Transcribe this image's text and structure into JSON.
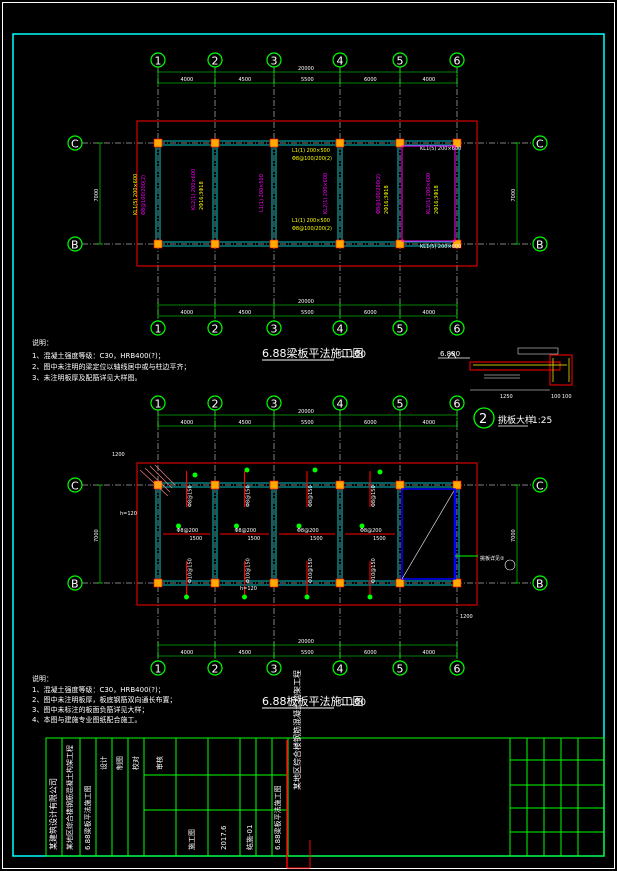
{
  "plan1": {
    "title": "6.88梁板平法施工图",
    "scale": "1:100",
    "notes_heading": "说明：",
    "notes": [
      "1、混凝土强度等级：C30，HRB400(?)；",
      "2、图中未注明的梁定位以轴线居中或与柱边平齐；",
      "3、未注明板厚及配筋详见大样图。"
    ]
  },
  "plan2": {
    "title": "6.88板板平法施工图",
    "scale": "1:100",
    "notes_heading": "说明：",
    "notes": [
      "1、混凝土强度等级：C30，HRB400(?)；",
      "2、图中未注明板厚，板底钢筋双向通长布置；",
      "3、图中未标注的板面负筋详见大样；",
      "4、本图与建施专业图纸配合施工。"
    ]
  },
  "axes": {
    "columns": [
      "1",
      "2",
      "3",
      "4",
      "5",
      "6"
    ],
    "rows": [
      "C",
      "B"
    ],
    "spans": [
      "4000",
      "4500",
      "5500",
      "6000",
      "4000"
    ],
    "total": "20000",
    "depth": "7000"
  },
  "detail": {
    "number": "2",
    "title": "挑板大样",
    "scale": "1:25",
    "elevation": "6.880",
    "dims": [
      "1250",
      "100",
      "100"
    ]
  },
  "dims_plan2": {
    "overhang": "1200",
    "bottom_right": "1200"
  },
  "plan1_labels": {
    "beam_kl1": "KL1(5) 200×600",
    "beam_kl2": "KL2(1) 200×600",
    "beam_l1": "L1(1) 200×500",
    "stirrup": "Φ8@100/200(2)",
    "reinf": "2Φ16;3Φ18"
  },
  "plan2_labels": {
    "slab_h": "h=120",
    "rebar_a": "Φ8@200",
    "rebar_b": "Φ8@150",
    "rebar_c": "Φ10@150",
    "neg_a": "1200",
    "neg_b": "1500",
    "canopy": "挑板详见②"
  },
  "title_block": {
    "designer_label": "设计",
    "drawn_label": "制图",
    "checked_label": "校对",
    "approved_label": "审核",
    "project": "某地区综合楼钢筋混凝土构架工程",
    "drawing_name": "6.88梁板平法施工图",
    "stage": "施工图",
    "number": "结施-01",
    "date": "2017.6",
    "company": "某建筑设计有限公司"
  },
  "colors": {
    "frame": "#00ffff",
    "axis": "#00ff00",
    "beam": "#ff0000",
    "slab": "#00ffff",
    "label": "#ffff00",
    "annotation": "#ff00ff",
    "blue": "#0000ff"
  }
}
